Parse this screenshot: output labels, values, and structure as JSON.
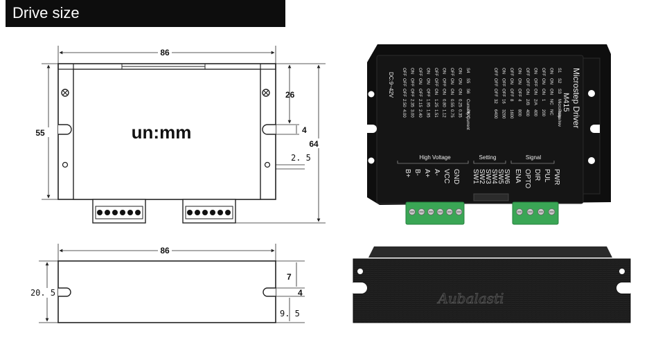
{
  "header": {
    "title": "Drive size"
  },
  "top_view": {
    "unit_label": "un:mm",
    "width": "86",
    "height": "55",
    "total_height": "64",
    "dim_26": "26",
    "dim_4": "4",
    "dim_2_5": "2. 5"
  },
  "side_view": {
    "width": "86",
    "height": "20. 5",
    "dim_7": "7",
    "dim_4": "4",
    "dim_9_5": "9. 5"
  },
  "driver_photo": {
    "model": "M415",
    "name": "Microstep Driver",
    "voltage": "DC:9~42V",
    "high_voltage_label": "High Voltage",
    "setting_label": "Setting",
    "signal_label": "Signal",
    "hv_pins": [
      "GND",
      "VCC",
      "A-",
      "A+",
      "B-",
      "B+"
    ],
    "setting_pins": [
      "SW1",
      "SW2",
      "SW3",
      "SW4",
      "SW5",
      "SW6"
    ],
    "signal_pins": [
      "PWR",
      "PUL",
      "DIR",
      "OPTO",
      "ENA"
    ],
    "micro_table": {
      "headers": [
        "S1",
        "S2",
        "S3",
        "Micro step",
        "Pulse/rev"
      ],
      "rows": [
        [
          "ON",
          "ON",
          "ON",
          "NC",
          "NC"
        ],
        [
          "OFF",
          "ON",
          "ON",
          "1",
          "200"
        ],
        [
          "ON",
          "OFF",
          "ON",
          "2/A",
          "400"
        ],
        [
          "OFF",
          "OFF",
          "ON",
          "2/B",
          "400"
        ],
        [
          "ON",
          "ON",
          "OFF",
          "4",
          "800"
        ],
        [
          "OFF",
          "ON",
          "OFF",
          "8",
          "1600"
        ],
        [
          "ON",
          "OFF",
          "OFF",
          "16",
          "3200"
        ],
        [
          "OFF",
          "OFF",
          "OFF",
          "32",
          "6400"
        ]
      ]
    },
    "current_table": {
      "headers": [
        "S4",
        "S5",
        "S6",
        "Current(A)",
        "PK Current"
      ],
      "rows": [
        [
          "ON",
          "ON",
          "ON",
          "0.25",
          "0.35"
        ],
        [
          "OFF",
          "ON",
          "ON",
          "0.55",
          "0.75"
        ],
        [
          "ON",
          "OFF",
          "ON",
          "0.80",
          "1.12"
        ],
        [
          "OFF",
          "OFF",
          "ON",
          "1.25",
          "1.51"
        ],
        [
          "ON",
          "ON",
          "OFF",
          "1.95",
          "1.95"
        ],
        [
          "OFF",
          "ON",
          "OFF",
          "2.15",
          "2.40"
        ],
        [
          "ON",
          "OFF",
          "OFF",
          "2.35",
          "3.00"
        ],
        [
          "OFF",
          "OFF",
          "OFF",
          "2.50",
          "4.00"
        ]
      ]
    },
    "brand": "Aubalasti"
  },
  "colors": {
    "terminal_green": "#3aa655",
    "header_bg": "#0d0d0d",
    "case_black": "#161616"
  }
}
